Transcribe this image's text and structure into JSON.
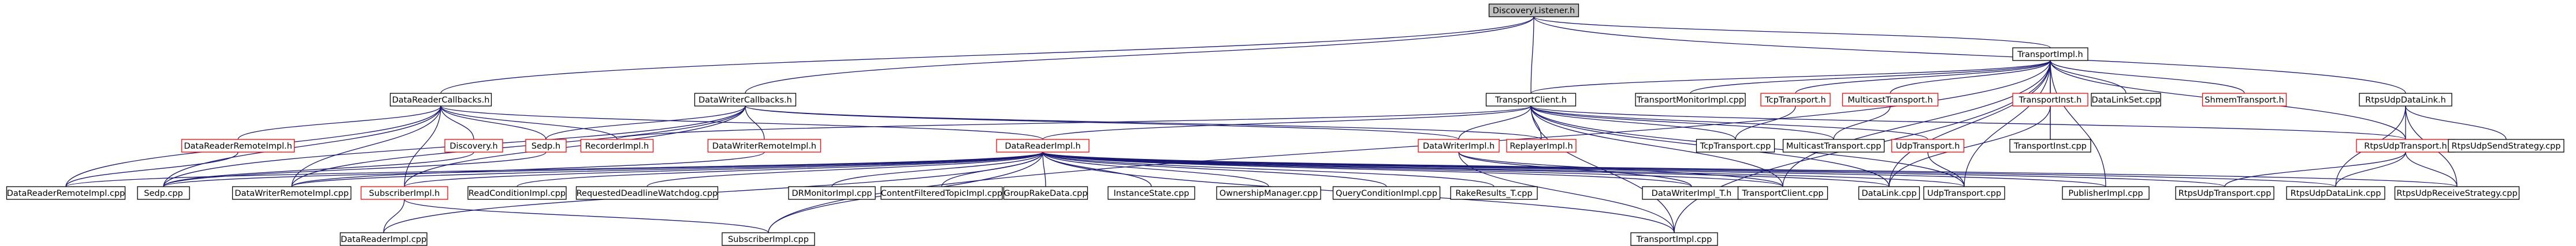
{
  "colors": {
    "edge": "#191970",
    "node_border_black": "#000000",
    "node_border_red": "#ff0000",
    "root_fill": "#bfbfbf",
    "node_fill": "#ffffff",
    "text": "#000000"
  },
  "graph": {
    "nodes": {
      "n0": {
        "label": "DiscoveryListener.h",
        "border": "black",
        "fill": "root"
      },
      "n1": {
        "label": "DataReaderCallbacks.h",
        "border": "black"
      },
      "n2": {
        "label": "DataReaderRemoteImpl.h",
        "border": "red"
      },
      "n3": {
        "label": "DataReaderRemoteImpl.cpp",
        "border": "black"
      },
      "n4": {
        "label": "Sedp.cpp",
        "border": "black"
      },
      "n5": {
        "label": "DataWriterRemoteImpl.cpp",
        "border": "black"
      },
      "n6": {
        "label": "DataReaderImpl.h",
        "border": "red"
      },
      "n7": {
        "label": "SubscriberImpl.h",
        "border": "red"
      },
      "n8": {
        "label": "DataReaderImpl.cpp",
        "border": "black"
      },
      "n9": {
        "label": "SubscriberImpl.cpp",
        "border": "black"
      },
      "n10": {
        "label": "ReadConditionImpl.cpp",
        "border": "black"
      },
      "n11": {
        "label": "RequestedDeadlineWatchdog.cpp",
        "border": "black"
      },
      "n12": {
        "label": "DRMonitorImpl.cpp",
        "border": "black"
      },
      "n13": {
        "label": "ContentFilteredTopicImpl.cpp",
        "border": "black"
      },
      "n14": {
        "label": "GroupRakeData.cpp",
        "border": "black"
      },
      "n15": {
        "label": "InstanceState.cpp",
        "border": "black"
      },
      "n16": {
        "label": "OwnershipManager.cpp",
        "border": "black"
      },
      "n17": {
        "label": "QueryConditionImpl.cpp",
        "border": "black"
      },
      "n18": {
        "label": "RakeResults_T.cpp",
        "border": "black"
      },
      "n19": {
        "label": "DataWriterImpl_T.h",
        "border": "black"
      },
      "n20": {
        "label": "TransportClient.cpp",
        "border": "black"
      },
      "n21": {
        "label": "DataLink.cpp",
        "border": "black"
      },
      "n22": {
        "label": "UdpTransport.cpp",
        "border": "black"
      },
      "n23": {
        "label": "TransportImpl.cpp",
        "border": "black"
      },
      "n24": {
        "label": "PublisherImpl.cpp",
        "border": "black"
      },
      "n25": {
        "label": "RtpsUdpTransport.cpp",
        "border": "black"
      },
      "n26": {
        "label": "RtpsUdpDataLink.cpp",
        "border": "black"
      },
      "n27": {
        "label": "RtpsUdpReceiveStrategy.cpp",
        "border": "black"
      },
      "n28": {
        "label": "Discovery.h",
        "border": "red"
      },
      "n29": {
        "label": "Sedp.h",
        "border": "red"
      },
      "n30": {
        "label": "RecorderImpl.h",
        "border": "red"
      },
      "n31": {
        "label": "DataWriterCallbacks.h",
        "border": "black"
      },
      "n32": {
        "label": "DataWriterRemoteImpl.h",
        "border": "red"
      },
      "n33": {
        "label": "TransportClient.h",
        "border": "black"
      },
      "n34": {
        "label": "DataWriterImpl.h",
        "border": "red"
      },
      "n35": {
        "label": "ReplayerImpl.h",
        "border": "red"
      },
      "n36": {
        "label": "TcpTransport.cpp",
        "border": "black"
      },
      "n37": {
        "label": "MulticastTransport.cpp",
        "border": "black"
      },
      "n38": {
        "label": "UdpTransport.h",
        "border": "red"
      },
      "n39": {
        "label": "TransportImpl.h",
        "border": "black"
      },
      "n40": {
        "label": "TransportMonitorImpl.cpp",
        "border": "black"
      },
      "n41": {
        "label": "TcpTransport.h",
        "border": "red"
      },
      "n42": {
        "label": "MulticastTransport.h",
        "border": "red"
      },
      "n43": {
        "label": "TransportInst.h",
        "border": "red"
      },
      "n44": {
        "label": "TransportInst.cpp",
        "border": "black"
      },
      "n45": {
        "label": "DataLinkSet.cpp",
        "border": "black"
      },
      "n46": {
        "label": "ShmemTransport.h",
        "border": "red"
      },
      "n47": {
        "label": "RtpsUdpDataLink.h",
        "border": "black"
      },
      "n48": {
        "label": "RtpsUdpTransport.h",
        "border": "red"
      },
      "n49": {
        "label": "RtpsUdpSendStrategy.cpp",
        "border": "black"
      }
    },
    "edges": [
      [
        "n0",
        "n1"
      ],
      [
        "n0",
        "n31"
      ],
      [
        "n0",
        "n33"
      ],
      [
        "n0",
        "n39"
      ],
      [
        "n0",
        "n47"
      ],
      [
        "n1",
        "n2"
      ],
      [
        "n1",
        "n3"
      ],
      [
        "n1",
        "n4"
      ],
      [
        "n1",
        "n5"
      ],
      [
        "n1",
        "n6"
      ],
      [
        "n1",
        "n7"
      ],
      [
        "n1",
        "n28"
      ],
      [
        "n1",
        "n29"
      ],
      [
        "n1",
        "n30"
      ],
      [
        "n2",
        "n3"
      ],
      [
        "n6",
        "n3"
      ],
      [
        "n6",
        "n4"
      ],
      [
        "n6",
        "n5"
      ],
      [
        "n6",
        "n7"
      ],
      [
        "n6",
        "n8"
      ],
      [
        "n6",
        "n9"
      ],
      [
        "n6",
        "n10"
      ],
      [
        "n6",
        "n11"
      ],
      [
        "n6",
        "n12"
      ],
      [
        "n6",
        "n13"
      ],
      [
        "n6",
        "n14"
      ],
      [
        "n6",
        "n15"
      ],
      [
        "n6",
        "n16"
      ],
      [
        "n6",
        "n17"
      ],
      [
        "n6",
        "n18"
      ],
      [
        "n6",
        "n19"
      ],
      [
        "n6",
        "n20"
      ],
      [
        "n6",
        "n21"
      ],
      [
        "n6",
        "n22"
      ],
      [
        "n6",
        "n23"
      ],
      [
        "n6",
        "n24"
      ],
      [
        "n6",
        "n25"
      ],
      [
        "n6",
        "n26"
      ],
      [
        "n6",
        "n27"
      ],
      [
        "n7",
        "n8"
      ],
      [
        "n7",
        "n9"
      ],
      [
        "n28",
        "n4"
      ],
      [
        "n29",
        "n4"
      ],
      [
        "n31",
        "n4"
      ],
      [
        "n31",
        "n5"
      ],
      [
        "n31",
        "n7"
      ],
      [
        "n31",
        "n29"
      ],
      [
        "n31",
        "n32"
      ],
      [
        "n31",
        "n34"
      ],
      [
        "n31",
        "n35"
      ],
      [
        "n32",
        "n5"
      ],
      [
        "n33",
        "n6"
      ],
      [
        "n33",
        "n30"
      ],
      [
        "n33",
        "n34"
      ],
      [
        "n33",
        "n35"
      ],
      [
        "n33",
        "n20"
      ],
      [
        "n33",
        "n21"
      ],
      [
        "n33",
        "n22"
      ],
      [
        "n33",
        "n23"
      ],
      [
        "n33",
        "n36"
      ],
      [
        "n33",
        "n37"
      ],
      [
        "n33",
        "n38"
      ],
      [
        "n33",
        "n48"
      ],
      [
        "n34",
        "n19"
      ],
      [
        "n34",
        "n20"
      ],
      [
        "n34",
        "n23"
      ],
      [
        "n38",
        "n22"
      ],
      [
        "n39",
        "n33"
      ],
      [
        "n39",
        "n40"
      ],
      [
        "n39",
        "n41"
      ],
      [
        "n39",
        "n42"
      ],
      [
        "n39",
        "n43"
      ],
      [
        "n39",
        "n44"
      ],
      [
        "n39",
        "n45"
      ],
      [
        "n39",
        "n46"
      ],
      [
        "n39",
        "n48"
      ],
      [
        "n39",
        "n20"
      ],
      [
        "n39",
        "n21"
      ],
      [
        "n39",
        "n22"
      ],
      [
        "n39",
        "n23"
      ],
      [
        "n39",
        "n24"
      ],
      [
        "n39",
        "n9"
      ],
      [
        "n41",
        "n36"
      ],
      [
        "n42",
        "n37"
      ],
      [
        "n43",
        "n39"
      ],
      [
        "n43",
        "n44"
      ],
      [
        "n43",
        "n21"
      ],
      [
        "n47",
        "n48"
      ],
      [
        "n47",
        "n26"
      ],
      [
        "n47",
        "n27"
      ],
      [
        "n47",
        "n49"
      ],
      [
        "n48",
        "n25"
      ],
      [
        "n48",
        "n26"
      ],
      [
        "n48",
        "n27"
      ]
    ]
  }
}
